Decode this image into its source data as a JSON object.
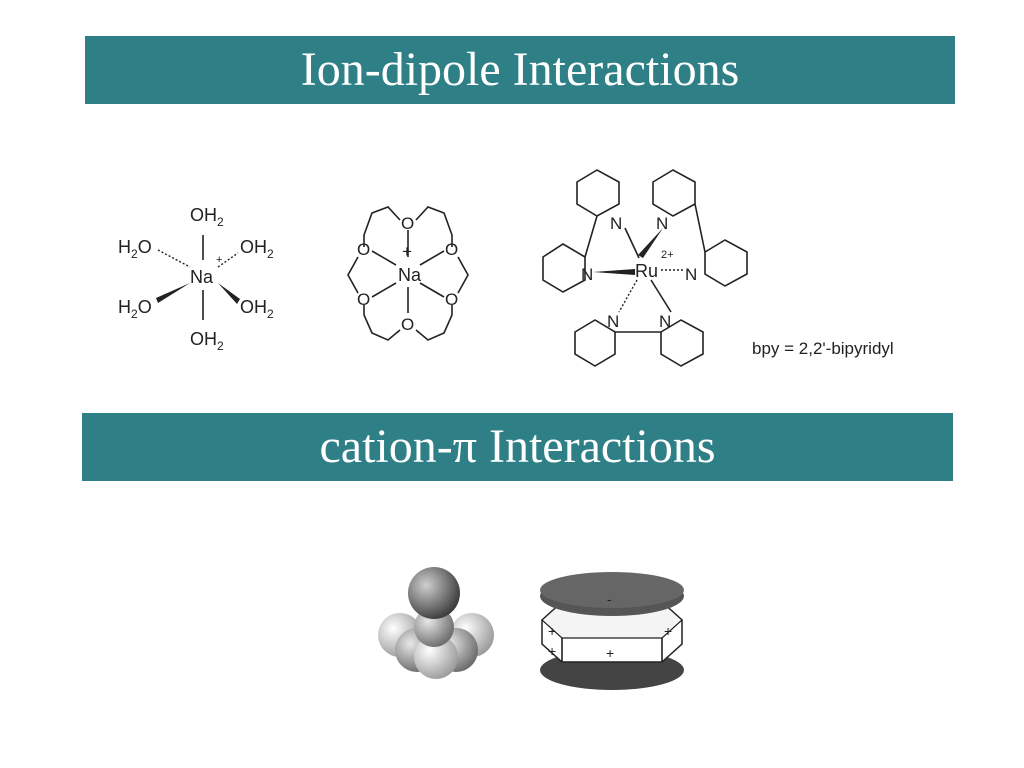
{
  "banners": {
    "ion_dipole": "Ion-dipole Interactions",
    "cation_pi": "cation-π Interactions"
  },
  "hydrate": {
    "metal": "Na",
    "charge": "+",
    "ligand_left": "H",
    "ligand_right": "OH",
    "ligand_top": "OH",
    "sub2": "2",
    "oxygen": "O"
  },
  "crown": {
    "metal": "Na",
    "charge": "+",
    "oxygen": "O"
  },
  "ru_complex": {
    "metal": "Ru",
    "charge": "2+",
    "nitrogen": "N"
  },
  "bpy_label": "bpy = 2,2'-bipyridyl",
  "cation_pi": {
    "sandwich_top_sign": "-",
    "ring_sign": "+"
  },
  "colors": {
    "banner_bg": "#2e7f86",
    "banner_text": "#ffffff"
  }
}
